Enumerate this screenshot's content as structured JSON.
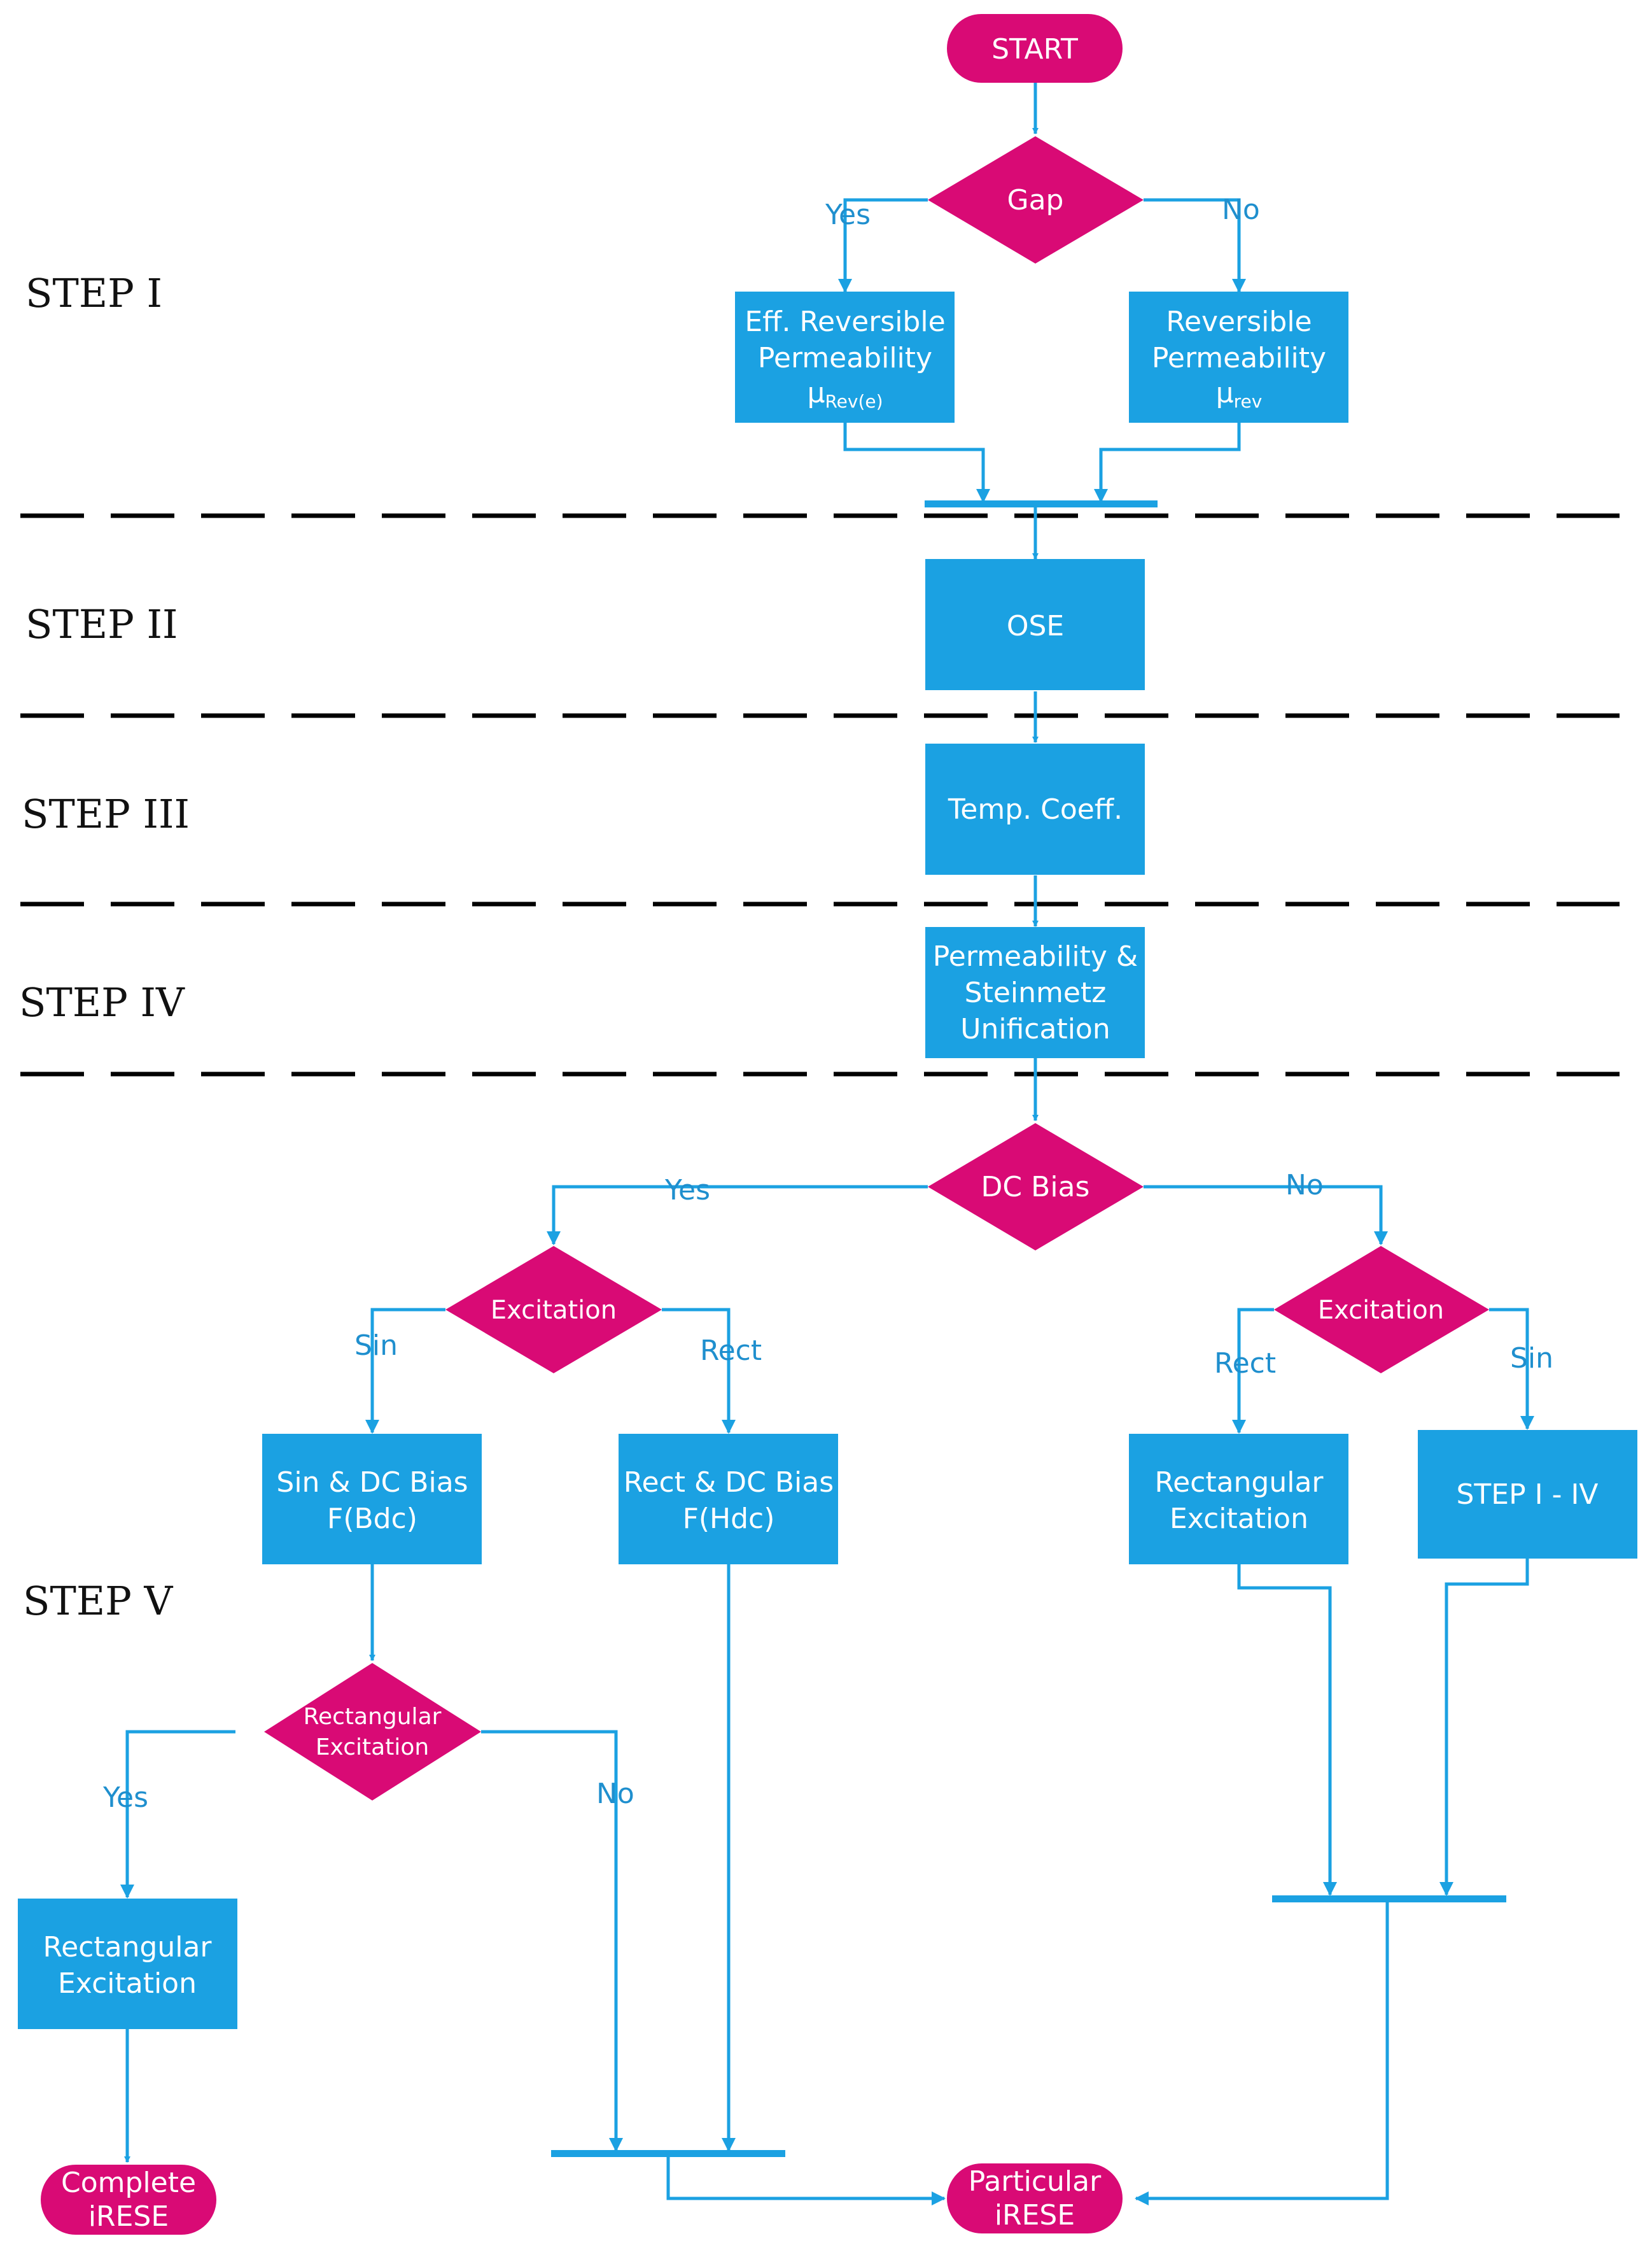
{
  "colors": {
    "process": "#1ba1e2",
    "decision": "#d90a75",
    "terminal": "#d90a75",
    "line": "#1ba1e2",
    "separator": "#000000",
    "step_text": "#111111",
    "edge_text": "#1f8fce"
  },
  "steps": [
    "STEP I",
    "STEP II",
    "STEP III",
    "STEP IV",
    "STEP V"
  ],
  "nodes": {
    "start": "START",
    "gap": "Gap",
    "eff_rev_1": "Eff. Reversible",
    "eff_rev_2": "Permeability",
    "eff_rev_mu": "μ",
    "eff_rev_sub": "Rev(e)",
    "rev_1": "Reversible",
    "rev_2": "Permeability",
    "rev_mu": "μ",
    "rev_sub": "rev",
    "ose": "OSE",
    "temp": "Temp. Coeff.",
    "unif_1": "Permeability &",
    "unif_2": "Steinmetz",
    "unif_3": "Unification",
    "dc_bias": "DC Bias",
    "exc_left": "Excitation",
    "exc_right": "Excitation",
    "sin_dc_1": "Sin & DC Bias",
    "sin_dc_2": "F(Bdc)",
    "rect_dc_1": "Rect & DC Bias",
    "rect_dc_2": "F(Hdc)",
    "rect_exc_r_1": "Rectangular",
    "rect_exc_r_2": "Excitation",
    "step_i_iv": "STEP I - IV",
    "rect_dec_1": "Rectangular",
    "rect_dec_2": "Excitation",
    "rect_exc_l_1": "Rectangular",
    "rect_exc_l_2": "Excitation",
    "complete_1": "Complete",
    "complete_2": "iRESE",
    "particular_1": "Particular",
    "particular_2": "iRESE"
  },
  "edges": {
    "gap_yes": "Yes",
    "gap_no": "No",
    "dc_yes": "Yes",
    "dc_no": "No",
    "exc_l_sin": "Sin",
    "exc_l_rect": "Rect",
    "exc_r_rect": "Rect",
    "exc_r_sin": "Sin",
    "rect_yes": "Yes",
    "rect_no": "No"
  }
}
